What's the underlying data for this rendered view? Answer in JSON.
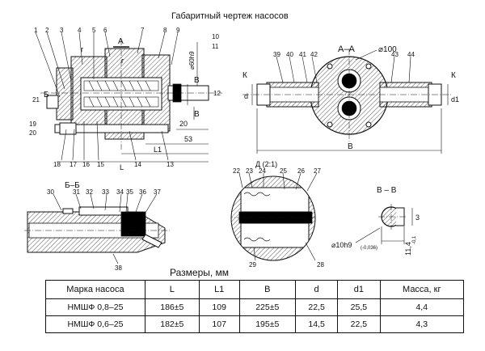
{
  "title": "Габаритный чертеж насосов",
  "table_title": "Размеры, мм",
  "table": {
    "headers": [
      "Марка насоса",
      "L",
      "L1",
      "B",
      "d",
      "d1",
      "Масса, кг"
    ],
    "rows": [
      [
        "НМШФ 0,8–25",
        "186±5",
        "109",
        "225±5",
        "22,5",
        "25,5",
        "4,4"
      ],
      [
        "НМШФ 0,6–25",
        "182±5",
        "107",
        "195±5",
        "14,5",
        "22,5",
        "4,3"
      ]
    ]
  },
  "views": {
    "section_aa": "А–А",
    "section_bb": "Б–Б",
    "section_vv": "В – В",
    "detail_d": "Д (2:1)",
    "marks": {
      "A": "А",
      "B": "Б",
      "V": "В",
      "G": "г",
      "D": "Д",
      "K": "К"
    }
  },
  "dims": {
    "phi60": "⌀60h9",
    "phi100": "⌀100",
    "phi10": "⌀10h9",
    "phi10_tol": "(-0,036)",
    "d53": "53",
    "d20": "20",
    "dL": "L",
    "dL1": "L1",
    "dB": "B",
    "dd": "d",
    "dd1": "d1",
    "d11": "11,4",
    "d11_tol": "-0,1",
    "d3": "3"
  },
  "callouts": [
    "1",
    "2",
    "3",
    "4",
    "5",
    "6",
    "7",
    "8",
    "9",
    "10",
    "11",
    "12",
    "13",
    "14",
    "15",
    "16",
    "17",
    "18",
    "19",
    "20",
    "21",
    "22",
    "23",
    "24",
    "25",
    "26",
    "27",
    "28",
    "29",
    "30",
    "31",
    "32",
    "33",
    "34",
    "35",
    "36",
    "37",
    "38",
    "39",
    "40",
    "41",
    "42",
    "43",
    "44"
  ]
}
